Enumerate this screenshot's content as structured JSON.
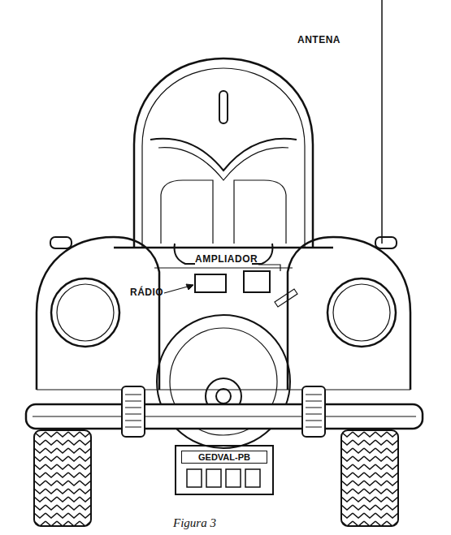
{
  "diagram": {
    "caption": "Figura 3",
    "nodes": [
      {
        "text": [
          "GEDVAL-PB"
        ]
      }
    ],
    "labels": [
      "ANTENA",
      "AMPLIADOR",
      "RÁDIO"
    ]
  }
}
